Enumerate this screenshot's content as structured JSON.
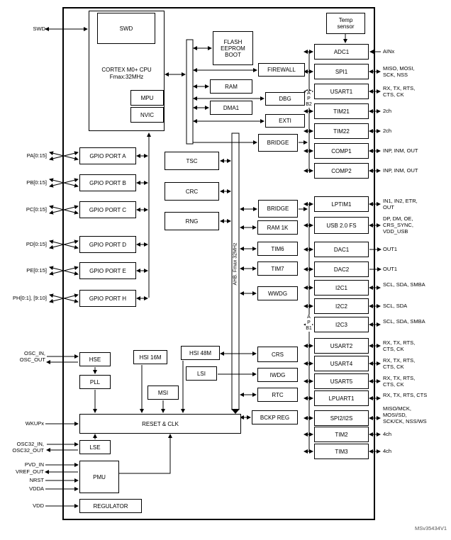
{
  "watermark": "MSv35434V1",
  "cpu": {
    "title": "CORTEX M0+ CPU",
    "subtitle": "Fmax:32MHz",
    "swd": "SWD",
    "mpu": "MPU",
    "nvic": "NVIC"
  },
  "top": {
    "flash": "FLASH EEPROM BOOT",
    "ram": "RAM",
    "dma1": "DMA1",
    "temp_sensor": "Temp sensor",
    "firewall": "FIREWALL",
    "dbg": "DBG",
    "exti": "EXTI",
    "bridge2": "BRIDGE",
    "bridge1": "BRIDGE"
  },
  "buses": {
    "ahb": "AHB. Fmax 32MHz",
    "apb2": "APB2",
    "apb1": "APB1"
  },
  "ahb_blocks": {
    "tsc": "TSC",
    "crc": "CRC",
    "rng": "RNG",
    "ram1k": "RAM 1K",
    "tim6": "TIM6",
    "tim7": "TIM7",
    "wwdg": "WWDG",
    "crs": "CRS",
    "iwdg": "IWDG",
    "rtc": "RTC",
    "bckp": "BCKP REG"
  },
  "gpio": [
    {
      "label": "GPIO PORT A",
      "pin": "PA[0:15]"
    },
    {
      "label": "GPIO PORT B",
      "pin": "PB[0:15]"
    },
    {
      "label": "GPIO PORT C",
      "pin": "PC[0:15]"
    },
    {
      "label": "GPIO PORT D",
      "pin": "PD[0:15]"
    },
    {
      "label": "GPIO PORT E",
      "pin": "PE[0:15]"
    },
    {
      "label": "GPIO PORT H",
      "pin": "PH[0:1], [9:10]"
    }
  ],
  "right_apb2": [
    {
      "label": "ADC1",
      "pins": "AINx"
    },
    {
      "label": "SPI1",
      "pins": "MISO, MOSI, SCK, NSS"
    },
    {
      "label": "USART1",
      "pins": "RX, TX, RTS, CTS, CK"
    },
    {
      "label": "TIM21",
      "pins": "2ch"
    },
    {
      "label": "TIM22",
      "pins": "2ch"
    },
    {
      "label": "COMP1",
      "pins": "INP, INM, OUT"
    },
    {
      "label": "COMP2",
      "pins": "INP, INM, OUT"
    }
  ],
  "right_apb1": [
    {
      "label": "LPTIM1",
      "pins": "IN1, IN2, ETR, OUT"
    },
    {
      "label": "USB 2.0 FS",
      "pins": "DP, DM, OE, CRS_SYNC, VDD_USB"
    },
    {
      "label": "DAC1",
      "pins": "OUT1"
    },
    {
      "label": "DAC2",
      "pins": "OUT1"
    },
    {
      "label": "I2C1",
      "pins": "SCL, SDA, SMBA"
    },
    {
      "label": "I2C2",
      "pins": "SCL, SDA"
    },
    {
      "label": "I2C3",
      "pins": "SCL, SDA, SMBA"
    },
    {
      "label": "USART2",
      "pins": "RX, TX, RTS, CTS, CK"
    },
    {
      "label": "USART4",
      "pins": "RX, TX, RTS, CTS, CK"
    },
    {
      "label": "USART5",
      "pins": "RX, TX, RTS, CTS, CK"
    },
    {
      "label": "LPUART1",
      "pins": "RX, TX, RTS, CTS"
    },
    {
      "label": "SPI2/I2S",
      "pins": "MISO/MCK, MOSI/SD, SCK/CK, NSS/WS"
    },
    {
      "label": "TIM2",
      "pins": "4ch"
    },
    {
      "label": "TIM3",
      "pins": "4ch"
    }
  ],
  "clocks": {
    "hse": "HSE",
    "hsi16": "HSI 16M",
    "hsi48": "HSI 48M",
    "pll": "PLL",
    "lsi": "LSI",
    "msi": "MSI",
    "resetclk": "RESET & CLK",
    "lse": "LSE",
    "pmu": "PMU",
    "regulator": "REGULATOR"
  },
  "left_pins": {
    "swd": "SWD",
    "osc": "OSC_IN, OSC_OUT",
    "wkup": "WKUPx",
    "osc32": "OSC32_IN, OSC32_OUT",
    "pvd": "PVD_IN",
    "vref": "VREF_OUT",
    "nrst": "NRST",
    "vdda": "VDDA",
    "vdd": "VDD"
  }
}
